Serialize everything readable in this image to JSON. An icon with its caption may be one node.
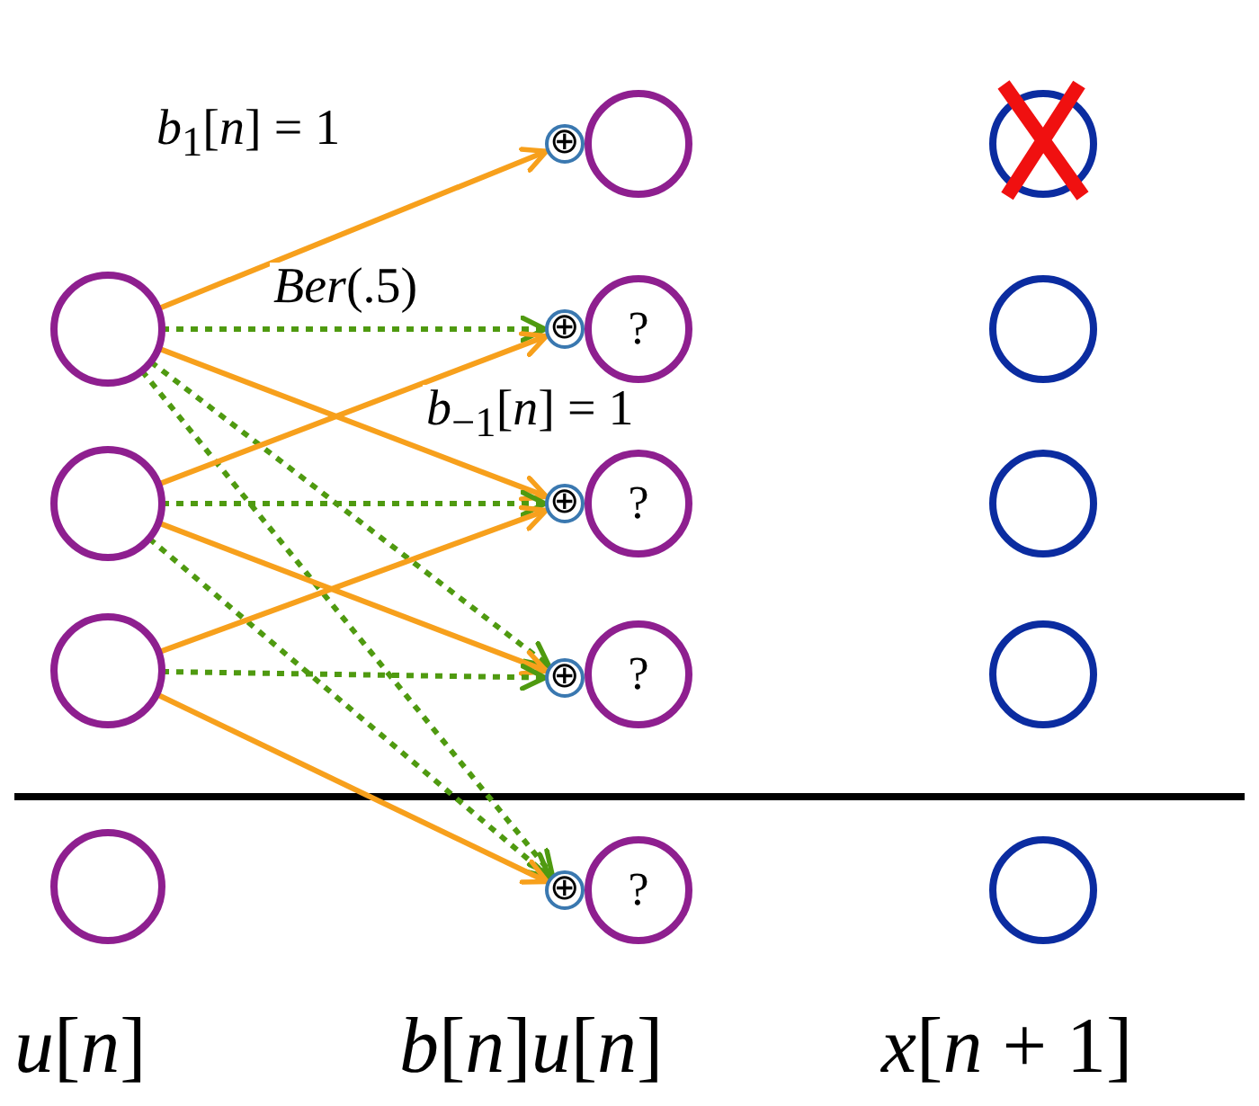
{
  "diagram": {
    "nodes": [
      {
        "text": [],
        "shape": "circle"
      },
      {
        "text": [
          "⊕"
        ]
      },
      {
        "text": [],
        "shape": "circle"
      },
      {
        "text": [],
        "shape": "circle"
      },
      {
        "text": [
          "⊕"
        ]
      },
      {
        "text": [
          "?"
        ]
      },
      {
        "text": [],
        "shape": "circle"
      },
      {
        "text": [],
        "shape": "circle"
      },
      {
        "text": [
          "⊕"
        ]
      },
      {
        "text": [
          "?"
        ]
      },
      {
        "text": [],
        "shape": "circle"
      },
      {
        "text": [],
        "shape": "circle"
      },
      {
        "text": [
          "⊕"
        ]
      },
      {
        "text": [
          "?"
        ]
      },
      {
        "text": [],
        "shape": "circle"
      },
      {
        "text": [],
        "shape": "circle"
      },
      {
        "text": [
          "⊕"
        ]
      },
      {
        "text": [
          "?"
        ]
      },
      {
        "text": [],
        "shape": "circle"
      }
    ],
    "edges": [
      {
        "from": 3,
        "to": 1,
        "arrow": "to",
        "label": "*b*$_{1}$[*n*] = 1",
        "color": "#f7a01c"
      },
      {
        "from": 3,
        "to": 4,
        "arrow": "to",
        "label": "*Ber*(.5)",
        "style": "dashed",
        "color": "#4f9a10"
      },
      {
        "from": 3,
        "to": 8,
        "arrow": "to",
        "label": "*b*$_{−1}$[*n*] = 1",
        "color": "#f7a01c"
      },
      {
        "from": 3,
        "to": 12,
        "arrow": "to",
        "style": "dashed",
        "color": "#4f9a10"
      },
      {
        "from": 3,
        "to": 16,
        "arrow": "to",
        "style": "dashed",
        "color": "#4f9a10"
      },
      {
        "from": 7,
        "to": 4,
        "arrow": "to",
        "color": "#f7a01c"
      },
      {
        "from": 7,
        "to": 8,
        "arrow": "to",
        "style": "dashed",
        "color": "#4f9a10"
      },
      {
        "from": 7,
        "to": 12,
        "arrow": "to",
        "color": "#f7a01c"
      },
      {
        "from": 7,
        "to": 16,
        "arrow": "to",
        "style": "dashed",
        "color": "#4f9a10"
      },
      {
        "from": 11,
        "to": 8,
        "arrow": "to",
        "color": "#f7a01c"
      },
      {
        "from": 11,
        "to": 12,
        "arrow": "to",
        "style": "dashed",
        "color": "#4f9a10"
      },
      {
        "from": 11,
        "to": 16,
        "arrow": "to",
        "color": "#f7a01c"
      }
    ],
    "labels": [
      "*u*[*n*]",
      "*b*[*n*]*u*[*n*]",
      "*x*[*n* + 1]"
    ]
  }
}
